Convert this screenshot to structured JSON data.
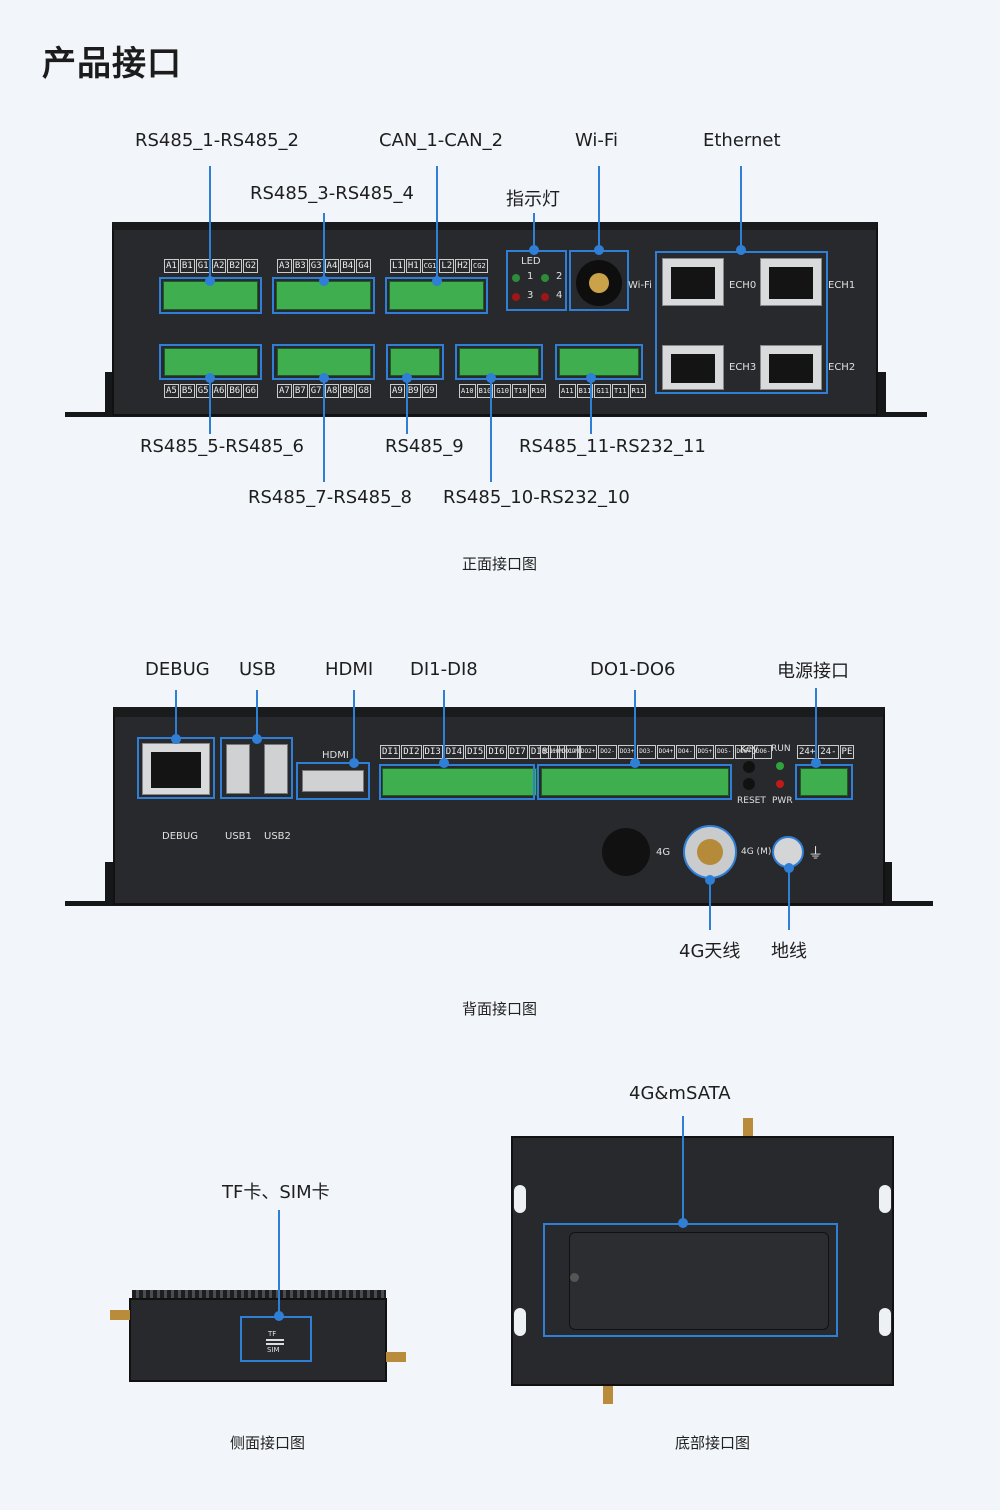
{
  "title": "产品接口",
  "front": {
    "caption": "正面接口图",
    "labels": {
      "rs485_1_2": "RS485_1-RS485_2",
      "rs485_3_4": "RS485_3-RS485_4",
      "can": "CAN_1-CAN_2",
      "led": "指示灯",
      "wifi": "Wi-Fi",
      "ethernet": "Ethernet",
      "rs485_5_6": "RS485_5-RS485_6",
      "rs485_7_8": "RS485_7-RS485_8",
      "rs485_9": "RS485_9",
      "rs485_10": "RS485_10-RS232_10",
      "rs485_11": "RS485_11-RS232_11"
    },
    "pins_top": [
      [
        "A1",
        "B1",
        "G1",
        "A2",
        "B2",
        "G2"
      ],
      [
        "A3",
        "B3",
        "G3",
        "A4",
        "B4",
        "G4"
      ],
      [
        "L1",
        "H1",
        "CG1",
        "L2",
        "H2",
        "CG2"
      ]
    ],
    "pins_bottom": [
      [
        "A5",
        "B5",
        "G5",
        "A6",
        "B6",
        "G6"
      ],
      [
        "A7",
        "B7",
        "G7",
        "A8",
        "B8",
        "G8"
      ],
      [
        "A9",
        "B9",
        "G9"
      ],
      [
        "A10",
        "B10",
        "G10",
        "T10",
        "R10"
      ],
      [
        "A11",
        "B11",
        "G11",
        "T11",
        "R11"
      ]
    ],
    "led_title": "LED",
    "led_nums": [
      "1",
      "2",
      "3",
      "4"
    ],
    "wifi_tag": "Wi-Fi",
    "eth_ports": [
      "ECH0",
      "ECH1",
      "ECH3",
      "ECH2"
    ]
  },
  "back": {
    "caption": "背面接口图",
    "labels": {
      "debug": "DEBUG",
      "usb": "USB",
      "hdmi": "HDMI",
      "di": "DI1-DI8",
      "do": "DO1-DO6",
      "power": "电源接口",
      "ant4g": "4G天线",
      "ground": "地线"
    },
    "di_pins": [
      "DI1",
      "DI2",
      "DI3",
      "DI4",
      "DI5",
      "DI6",
      "DI7",
      "DI8",
      "COM",
      "COM"
    ],
    "do_pins": [
      "DO1+",
      "DO1-",
      "DO2+",
      "DO2-",
      "DO3+",
      "DO3-",
      "DO4+",
      "DO4-",
      "DO5+",
      "DO5-",
      "DO6+",
      "DO6-"
    ],
    "power_pins": [
      "24+",
      "24-",
      "PE"
    ],
    "tags": {
      "debug": "DEBUG",
      "usb1": "USB1",
      "usb2": "USB2",
      "hdmi": "HDMI",
      "key": "Key",
      "reset": "RESET",
      "run": "RUN",
      "pwr": "PWR",
      "g4": "4G",
      "g4m": "4G (M)",
      "ground_symbol": "⏚"
    }
  },
  "side": {
    "caption": "侧面接口图",
    "label": "TF卡、SIM卡",
    "tf": "TF",
    "sim": "SIM"
  },
  "bottom": {
    "caption": "底部接口图",
    "label": "4G&mSATA"
  },
  "colors": {
    "accent": "#2f7fd6",
    "terminal": "#3fae4f",
    "panel": "#27292c",
    "background": "#f2f5f9"
  }
}
